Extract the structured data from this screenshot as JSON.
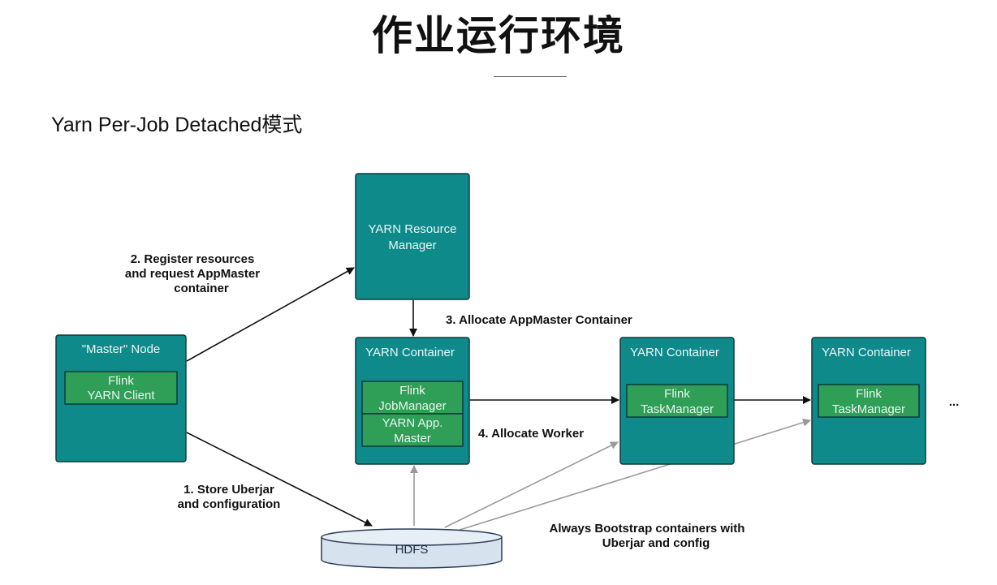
{
  "header": {
    "title": "作业运行环境",
    "subtitle": "Yarn Per-Job Detached模式"
  },
  "nodes": {
    "master": {
      "title": "\"Master\" Node",
      "inner": [
        "Flink",
        "YARN Client"
      ]
    },
    "resource_manager": {
      "title": [
        "YARN Resource",
        "Manager"
      ]
    },
    "container_am": {
      "title": "YARN Container",
      "inner_top": [
        "Flink",
        "JobManager"
      ],
      "inner_bottom": [
        "YARN App.",
        "Master"
      ]
    },
    "container_tm1": {
      "title": "YARN Container",
      "inner": [
        "Flink",
        "TaskManager"
      ]
    },
    "container_tm2": {
      "title": "YARN Container",
      "inner": [
        "Flink",
        "TaskManager"
      ]
    },
    "hdfs": {
      "label": "HDFS"
    },
    "ellipsis": "..."
  },
  "labels": {
    "step1": [
      "1. Store Uberjar",
      "and configuration"
    ],
    "step2": [
      "2. Register resources",
      "and request AppMaster",
      "container"
    ],
    "step3": "3. Allocate AppMaster Container",
    "step4": "4. Allocate Worker",
    "bootstrap": [
      "Always Bootstrap containers with",
      "Uberjar and config"
    ]
  },
  "colors": {
    "node_fill": "#0f8a8a",
    "inner_fill": "#2f9e57",
    "hdfs_fill": "#d6e2ee",
    "arrow_dark": "#111111",
    "arrow_gray": "#9a9a9a"
  }
}
